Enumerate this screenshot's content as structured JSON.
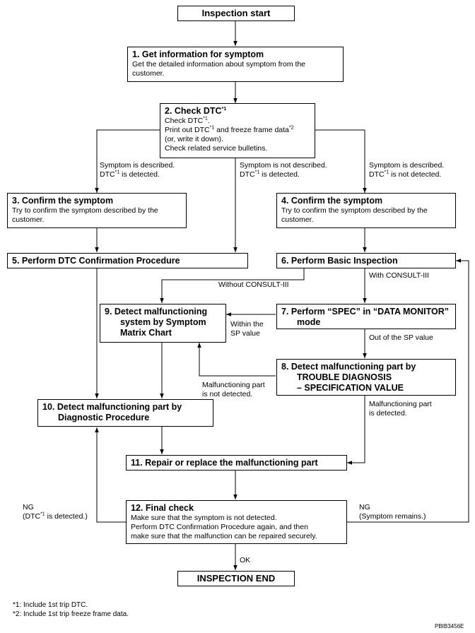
{
  "boxes": {
    "start": "Inspection start",
    "b1": {
      "title": "1. Get information for symptom",
      "body": "Get the detailed information about symptom from the customer."
    },
    "b2": {
      "title_prefix": "2. Check DTC",
      "sup": "*1",
      "l1a": "Check DTC",
      "l1b": "*1",
      "l1c": ".",
      "l2a": "Print out DTC",
      "l2b": "*1",
      "l2c": " and freeze frame data",
      "l2d": "*2",
      "l3": "(or, write it down).",
      "l4": "Check related service bulletins."
    },
    "b3": {
      "title": "3. Confirm the symptom",
      "body": "Try to confirm the symptom described by the customer."
    },
    "b4": {
      "title": "4. Confirm the symptom",
      "body": "Try to confirm the symptom described by the customer."
    },
    "b5": {
      "title": "5. Perform DTC Confirmation Procedure"
    },
    "b6": {
      "title": "6. Perform Basic Inspection"
    },
    "b7": {
      "l1": "7. Perform “SPEC” in “DATA MONITOR”",
      "l2": "mode"
    },
    "b8": {
      "l1": "8. Detect malfunctioning part by",
      "l2": "TROUBLE DIAGNOSIS",
      "l3": "– SPECIFICATION VALUE"
    },
    "b9": {
      "l1": "9. Detect malfunctioning",
      "l2": "system by Symptom",
      "l3": "Matrix Chart"
    },
    "b10": {
      "l1": "10. Detect malfunctioning part by",
      "l2": "Diagnostic Procedure"
    },
    "b11": {
      "title": "11. Repair or replace the malfunctioning part"
    },
    "b12": {
      "title": "12. Final check",
      "l1": "Make sure that the symptom is not detected.",
      "l2": "Perform DTC Confirmation Procedure again, and then",
      "l3": "make sure that the malfunction can be repaired securely."
    },
    "end": "INSPECTION END"
  },
  "labels": {
    "left_a1": "Symptom is described.",
    "left_b1": "DTC",
    "left_b2": "*1",
    "left_b3": " is detected.",
    "mid_a1": "Symptom is not described.",
    "mid_b1": "DTC",
    "mid_b2": "*1",
    "mid_b3": " is detected.",
    "right_a1": "Symptom is described.",
    "right_b1": "DTC",
    "right_b2": "*1",
    "right_b3": " is not detected.",
    "without": "Without CONSULT-III",
    "with": "With CONSULT-III",
    "within1": "Within the",
    "within2": "SP value",
    "outsp": "Out of the SP value",
    "notdet1": "Malfunctioning part",
    "notdet2": "is not detected.",
    "det1": "Malfunctioning part",
    "det2": "is detected.",
    "ngl1": "NG",
    "ngl2a": "(DTC",
    "ngl2b": "*1",
    "ngl2c": " is detected.)",
    "ngr1": "NG",
    "ngr2": "(Symptom remains.)",
    "ok": "OK"
  },
  "footnotes": {
    "f1": "*1: Include 1st trip DTC.",
    "f2": "*2: Include 1st trip freeze frame data."
  },
  "code": "PBIB3456E"
}
